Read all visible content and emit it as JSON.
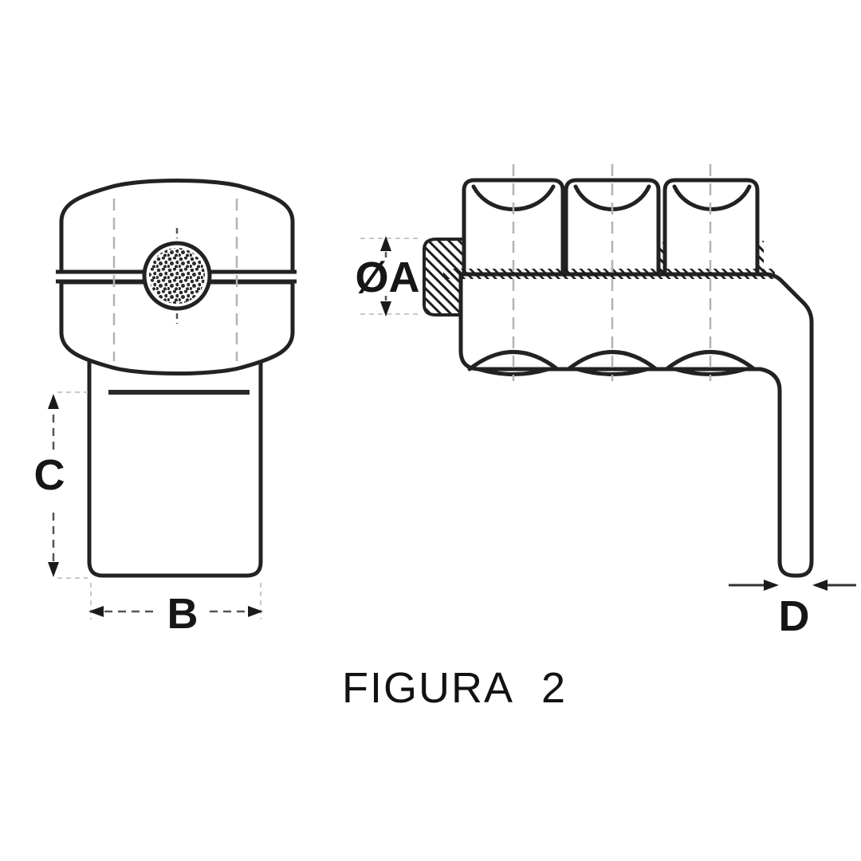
{
  "figure": {
    "caption": "FIGURA  2",
    "dimensions": {
      "a": "ØA",
      "b": "B",
      "c": "C",
      "d": "D"
    }
  },
  "colors": {
    "line": "#222222",
    "centerline": "#b3b3b3",
    "extension_line": "#c9c9c9",
    "background": "#ffffff"
  }
}
